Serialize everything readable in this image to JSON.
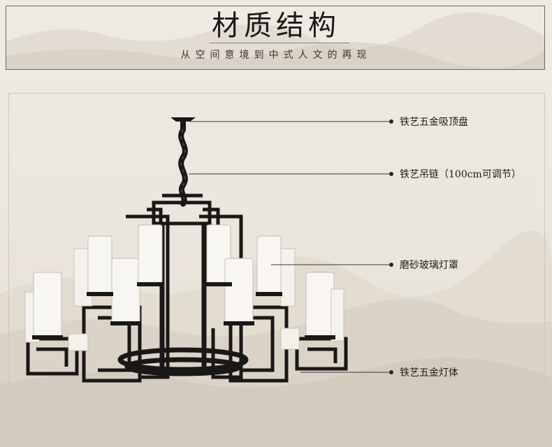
{
  "header": {
    "title": "材质结构",
    "subtitle": "从空间意境到中式人文的再现"
  },
  "callouts": [
    {
      "id": "ceiling-plate",
      "text": "铁艺五金吸顶盘"
    },
    {
      "id": "chain",
      "text": "铁艺吊链（100cm可调节）"
    },
    {
      "id": "shade",
      "text": "磨砂玻璃灯罩"
    },
    {
      "id": "body",
      "text": "铁艺五金灯体"
    }
  ],
  "colors": {
    "background": "#ece7df",
    "ink": "#1c1a18",
    "metal": "#1a1816",
    "glass": "#f6f3ee"
  }
}
